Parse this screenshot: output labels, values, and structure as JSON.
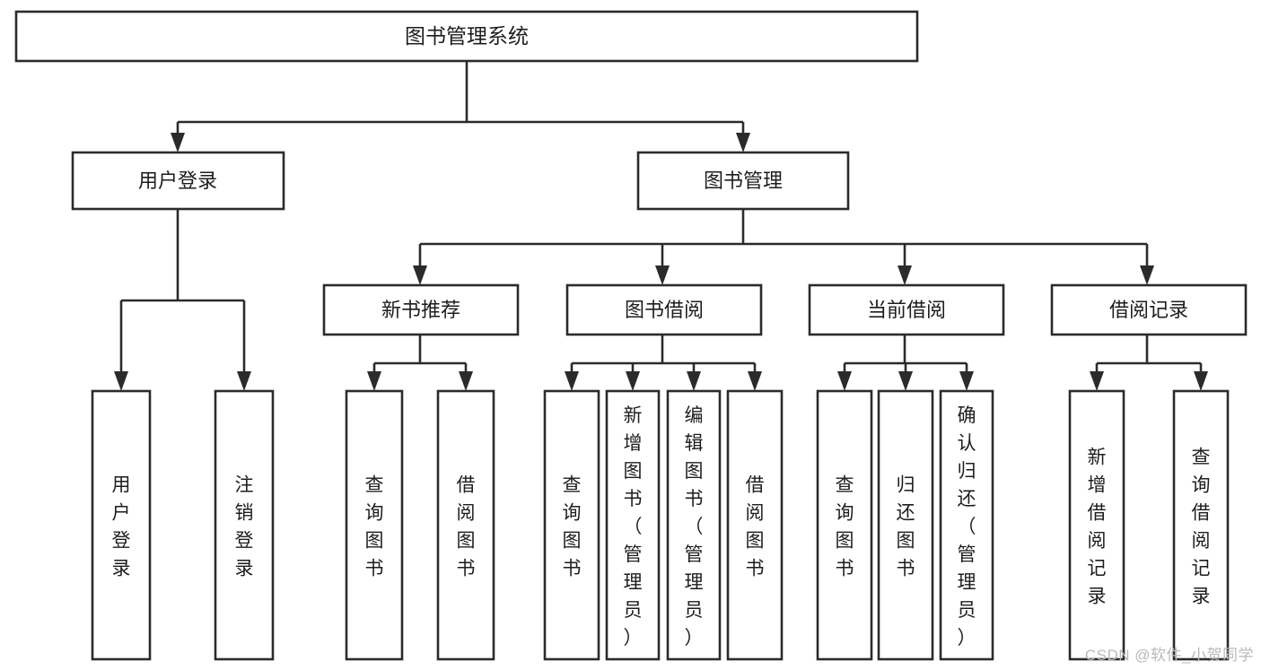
{
  "diagram": {
    "type": "tree-hierarchy-diagram",
    "title": "图书管理系统",
    "colors": {
      "background": "#ffffff",
      "box_stroke": "#2b2b2b",
      "box_fill": "#ffffff",
      "text": "#1d1d1d",
      "watermark": "#b9b9b9"
    },
    "root": {
      "label": "图书管理系统"
    },
    "level1": [
      {
        "label": "用户登录"
      },
      {
        "label": "图书管理"
      }
    ],
    "level2": [
      {
        "label": "新书推荐"
      },
      {
        "label": "图书借阅"
      },
      {
        "label": "当前借阅"
      },
      {
        "label": "借阅记录"
      }
    ],
    "leaves": {
      "user_login": [
        {
          "label": "用户登录"
        },
        {
          "label": "注销登录"
        }
      ],
      "new_book_recommend": [
        {
          "label": "查询图书"
        },
        {
          "label": "借阅图书"
        }
      ],
      "book_borrow": [
        {
          "label": "查询图书"
        },
        {
          "label": "新增图书（管理员）"
        },
        {
          "label": "编辑图书（管理员）"
        },
        {
          "label": "借阅图书"
        }
      ],
      "current_borrow": [
        {
          "label": "查询图书"
        },
        {
          "label": "归还图书"
        },
        {
          "label": "确认归还（管理员）"
        }
      ],
      "borrow_record": [
        {
          "label": "新增借阅记录"
        },
        {
          "label": "查询借阅记录"
        }
      ]
    },
    "watermark": "CSDN @软件_小贺同学"
  }
}
